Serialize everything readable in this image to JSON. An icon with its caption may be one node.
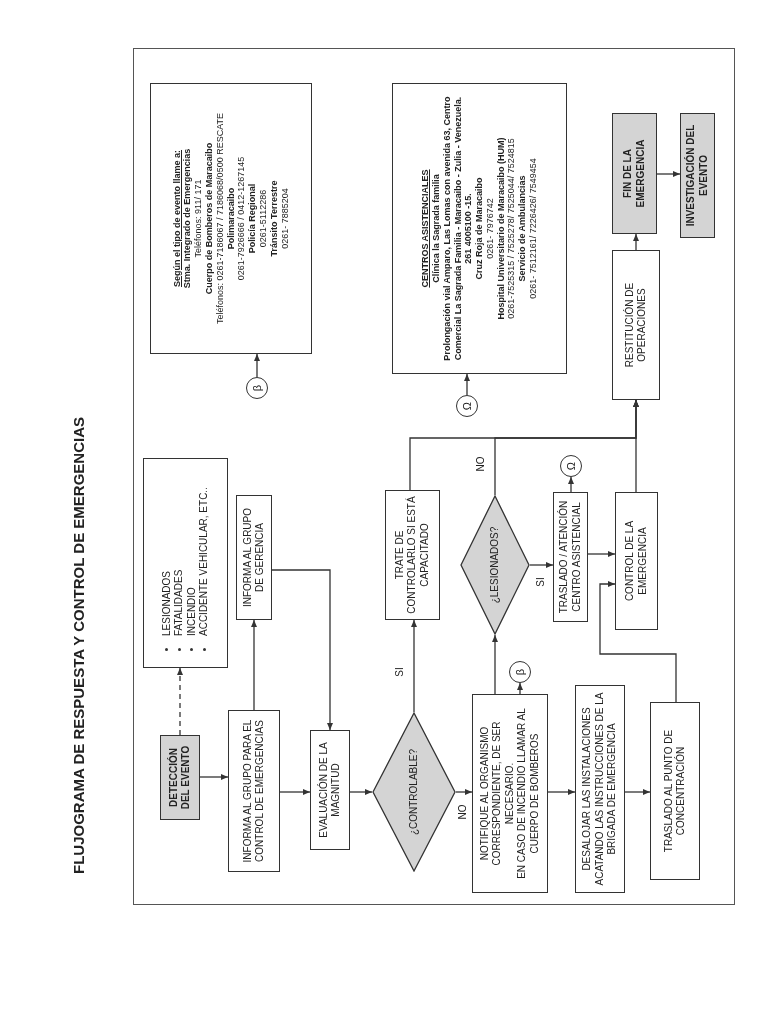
{
  "diagram": {
    "title": "FLUJOGRAMA DE RESPUESTA Y CONTROL DE EMERGENCIAS",
    "nodes": [
      {
        "text": [
          "DETECCIÓN DEL EVENTO"
        ]
      },
      {
        "text": [
          "LESIONADOS",
          "FATALIDADES",
          "INCENDIO",
          "ACCIDENTE VEHICULAR,  ETC.."
        ]
      },
      {
        "text": [
          "INFORMA AL GRUPO PARA EL CONTROL DE EMERGENCIAS"
        ]
      },
      {
        "text": [
          "INFORMA AL GRUPO DE GERENCIA"
        ]
      },
      {
        "text": [
          "EVALUACIÓN DE LA MAGNITUD"
        ]
      },
      {
        "text": [
          "¿CONTROLABLE?"
        ]
      },
      {
        "text": [
          "TRATE DE CONTROLARLO SI ESTÁ CAPACITADO"
        ]
      },
      {
        "text": [
          "NOTIFIQUE AL ORGANISMO CORRESPONDIENTE, DE SER NECESARIO.",
          "EN CASO DE INCENDIO LLAMAR  AL CUERPO DE BOMBEROS"
        ]
      },
      {
        "text": [
          "β"
        ]
      },
      {
        "text": [
          "¿LESIONADOS?"
        ]
      },
      {
        "text": [
          "TRASLADO / ATENCIÓN CENTRO ASISTENCIAL"
        ]
      },
      {
        "text": [
          "Ω"
        ]
      },
      {
        "text": [
          "CONTROL DE LA EMERGENCIA"
        ]
      },
      {
        "text": [
          "DESALOJAR LAS INSTALACIONES ACATANDO LAS INSTRUCCIONES DE LA BRIGADA DE EMERGENCIA"
        ]
      },
      {
        "text": [
          "TRASLADO AL PUNTO DE CONCENTRACIÓN"
        ]
      },
      {
        "text": [
          "β"
        ]
      },
      {
        "text": [
          "Según el tipo de evento llame a:",
          "Stma. Integrado de Emergencias",
          "Teléfonos: 911/ 171",
          "Cuerpo de Bomberos de Maracaibo",
          "Teléfonos: 0261-7186067 / 7186068/0500 RESCATE",
          "Polimaracaibo",
          "0261-7926666 / 0412-1267145",
          "Policía Regional",
          "0261-5112286",
          "Tránsito Terrestre",
          "0261- 7885204"
        ]
      },
      {
        "text": [
          "Ω"
        ]
      },
      {
        "text": [
          "CENTROS ASISTENCIALES",
          "Clínica la Sagrada familia",
          "Prolongación vial Amparo, Las Lomas con avenida 63, Centro Comercial La Sagrada Familia - Maracaibo - Zulia - Venezuela.",
          "261 4005100 -15.",
          "Cruz Roja de Maracaibo",
          "0261- 7976742",
          "Hospital Universitario de Maracaibo (HUM)",
          "0261-7525315 / 7525278/ 7525044/ 7524815",
          "Servicio de Ambulancias",
          "0261- 7512161/ 7226426/ 7549454"
        ]
      },
      {
        "text": [
          "RESTITUCIÓN DE OPERACIONES"
        ]
      },
      {
        "text": [
          "FIN DE LA EMERGENCIA"
        ]
      },
      {
        "text": [
          "INVESTIGACIÓN DEL EVENTO"
        ]
      }
    ],
    "edges": [
      {
        "from": 0,
        "to": 1,
        "arrow": "to",
        "style": "dashed"
      },
      {
        "from": 0,
        "to": 2,
        "arrow": "to"
      },
      {
        "from": 2,
        "to": 3,
        "arrow": "to"
      },
      {
        "from": 2,
        "to": 4,
        "arrow": "to"
      },
      {
        "from": 3,
        "to": 4,
        "arrow": "to"
      },
      {
        "from": 4,
        "to": 5,
        "arrow": "to"
      },
      {
        "from": 5,
        "to": 6,
        "arrow": "to",
        "label": "SI"
      },
      {
        "from": 5,
        "to": 7,
        "arrow": "to",
        "label": "NO"
      },
      {
        "from": 6,
        "to": 19,
        "arrow": "to"
      },
      {
        "from": 7,
        "to": 9,
        "arrow": "to"
      },
      {
        "from": 7,
        "to": 8,
        "arrow": "to"
      },
      {
        "from": 7,
        "to": 13,
        "arrow": "to"
      },
      {
        "from": 9,
        "to": 10,
        "arrow": "to",
        "label": "SI"
      },
      {
        "from": 9,
        "to": 19,
        "arrow": "to",
        "label": "NO"
      },
      {
        "from": 10,
        "to": 11,
        "arrow": "to"
      },
      {
        "from": 10,
        "to": 12,
        "arrow": "to"
      },
      {
        "from": 12,
        "to": 19,
        "arrow": "to"
      },
      {
        "from": 13,
        "to": 14,
        "arrow": "to"
      },
      {
        "from": 14,
        "to": 12,
        "arrow": "to"
      },
      {
        "from": 15,
        "to": 16,
        "arrow": "to"
      },
      {
        "from": 17,
        "to": 18,
        "arrow": "to"
      },
      {
        "from": 19,
        "to": 20,
        "arrow": "to"
      },
      {
        "from": 20,
        "to": 21,
        "arrow": "to"
      }
    ]
  }
}
